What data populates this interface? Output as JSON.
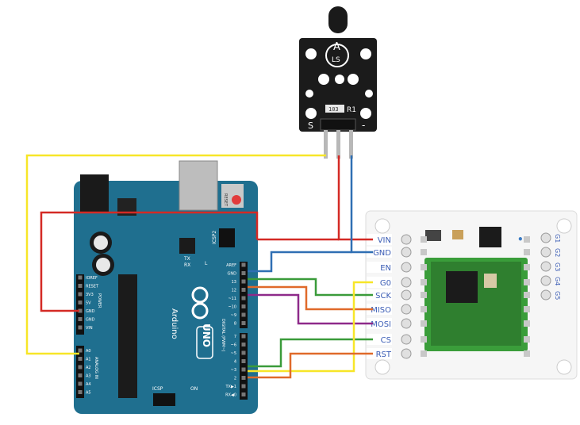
{
  "sensor": {
    "letter": "A",
    "part": "LS",
    "resistor_label": "R1",
    "resistor_code": "103",
    "pin_left": "S",
    "pin_right": "-"
  },
  "arduino": {
    "brand": "Arduino",
    "model": "UNO",
    "reset": "RESET",
    "icsp2": "ICSP2",
    "icsp": "ICSP",
    "tx": "TX",
    "rx": "RX",
    "l": "L",
    "on": "ON",
    "digital": "DIGITAL (PWM~)",
    "analog": "ANALOG IN",
    "power": "POWER",
    "top_header": [
      "AREF",
      "GND",
      "13",
      "12",
      "~11",
      "~10",
      "~9",
      "8"
    ],
    "bottom_header": [
      "7",
      "~6",
      "~5",
      "4",
      "~3",
      "2",
      "TX▶1",
      "RX◀0"
    ],
    "power_header": [
      "IOREF",
      "RESET",
      "3V3",
      "5V",
      "GND",
      "GND",
      "VIN"
    ],
    "analog_header": [
      "A0",
      "A1",
      "A2",
      "A3",
      "A4",
      "A5"
    ]
  },
  "module": {
    "pins": [
      "VIN",
      "GND",
      "EN",
      "G0",
      "SCK",
      "MISO",
      "MOSI",
      "CS",
      "RST"
    ],
    "right_pins": [
      "G1",
      "G2",
      "G3",
      "G4",
      "G5"
    ]
  },
  "colors": {
    "yellow": "#f7e628",
    "red": "#d42a25",
    "blue": "#2f6fb3",
    "green": "#3a9b3a",
    "orange": "#e06a2a",
    "purple": "#8e2a8a",
    "arduino_board": "#1f6f8f",
    "sensor_board": "#1b1b1b"
  }
}
